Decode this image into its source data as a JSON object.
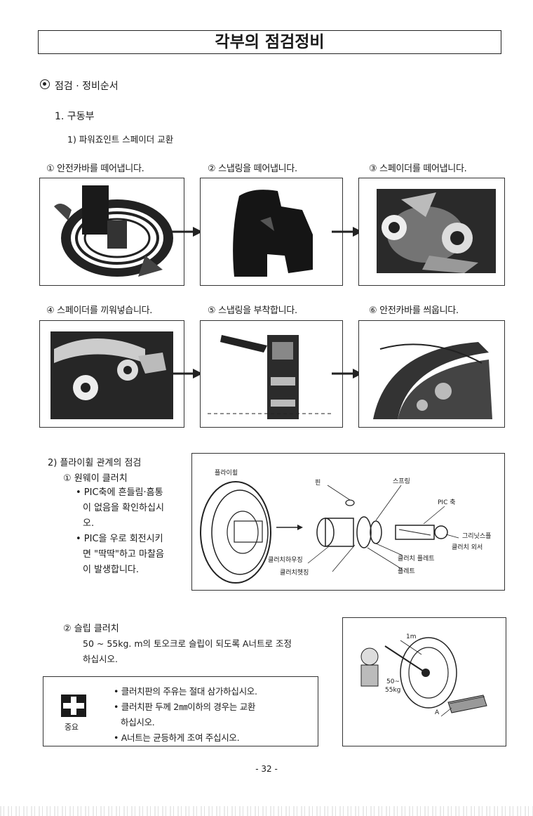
{
  "page": {
    "title": "각부의 점검정비",
    "section_heading": "점검 · 정비순서",
    "chapter": "1.  구동부",
    "sub1": "1)  파워죠인트 스페이더 교환",
    "page_number": "- 32 -"
  },
  "steps": [
    {
      "caption": "① 안전카바를 떼어냅니다."
    },
    {
      "caption": "② 스냅링을 떼어냅니다."
    },
    {
      "caption": "③ 스페이더를 떼어냅니다."
    },
    {
      "caption": "④ 스페이더를 끼워넣습니다."
    },
    {
      "caption": "⑤ 스냅링을 부착합니다."
    },
    {
      "caption": "⑥ 안전카바를 씌웁니다."
    }
  ],
  "flywheel": {
    "heading": "2)  플라이휠 관계의 점검",
    "item1_title": "① 원웨이 클러치",
    "bullet1_l1": "• PIC축에 흔들림·흠통",
    "bullet1_l2": "이 없음을 확인하십시",
    "bullet1_l3": "오.",
    "bullet2_l1": "• PIC을 우로 회전시키",
    "bullet2_l2": "면 \"딱딱\"하고 마찰음",
    "bullet2_l3": "이 발생합니다.",
    "diagram_labels": {
      "flywheel": "플라이휠",
      "pin": "핀",
      "spring": "스프링",
      "pic_shaft": "PIC 축",
      "grease": "그리닛스플",
      "clutch_outer": "클러치 외서",
      "clutch_plate": "클러치 플레트",
      "plate": "플레트",
      "clutch_housing": "클러치하우징",
      "clutch_hedging": "클러치헷징"
    }
  },
  "slip": {
    "item2_title": "② 슬립 클러치",
    "desc_l1": "50 ~ 55kg. m의  토오크로  슬립이  되도록  A너트로  조정",
    "desc_l2": "하십시오.",
    "diagram_labels": {
      "one_m": "1m",
      "torque_l1": "50~",
      "torque_l2": "55kg",
      "a": "A"
    }
  },
  "important": {
    "label": "중요",
    "n1": "• 클러치판의 주유는 절대 삼가하십시오.",
    "n2": "• 클러치판  두께  2㎜이하의  경우는  교환",
    "n3": "하십시오.",
    "n4": "• A너트는 균등하게 조여 주십시오."
  }
}
